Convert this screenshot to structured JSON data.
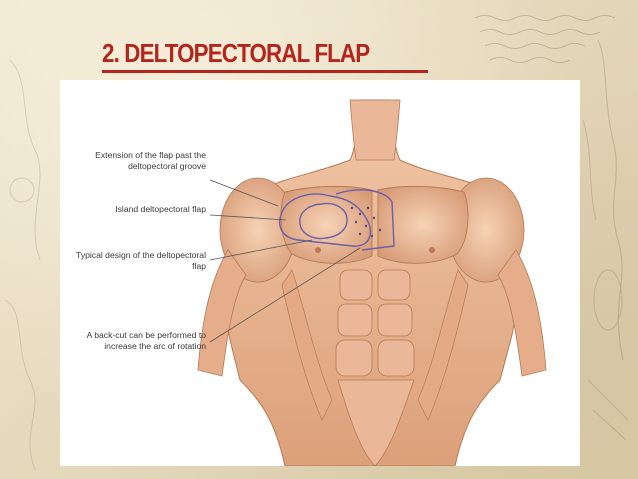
{
  "slide": {
    "title": "2. DELTOPECTORAL FLAP",
    "accent_color": "#b3261e",
    "background": "parchment with faded anatomical sketches"
  },
  "figure": {
    "subject": "anterior male torso",
    "skin_color": "#e8b48f",
    "flap_outline_color": "#6b5fa8",
    "callouts": [
      {
        "id": "extension",
        "text": "Extension of the flap past the deltopectoral groove"
      },
      {
        "id": "island",
        "text": "Island deltopectoral flap"
      },
      {
        "id": "typical",
        "text": "Typical design of the deltopectoral flap"
      },
      {
        "id": "backcut",
        "text": "A back-cut can be performed to increase the arc of rotation"
      }
    ]
  }
}
